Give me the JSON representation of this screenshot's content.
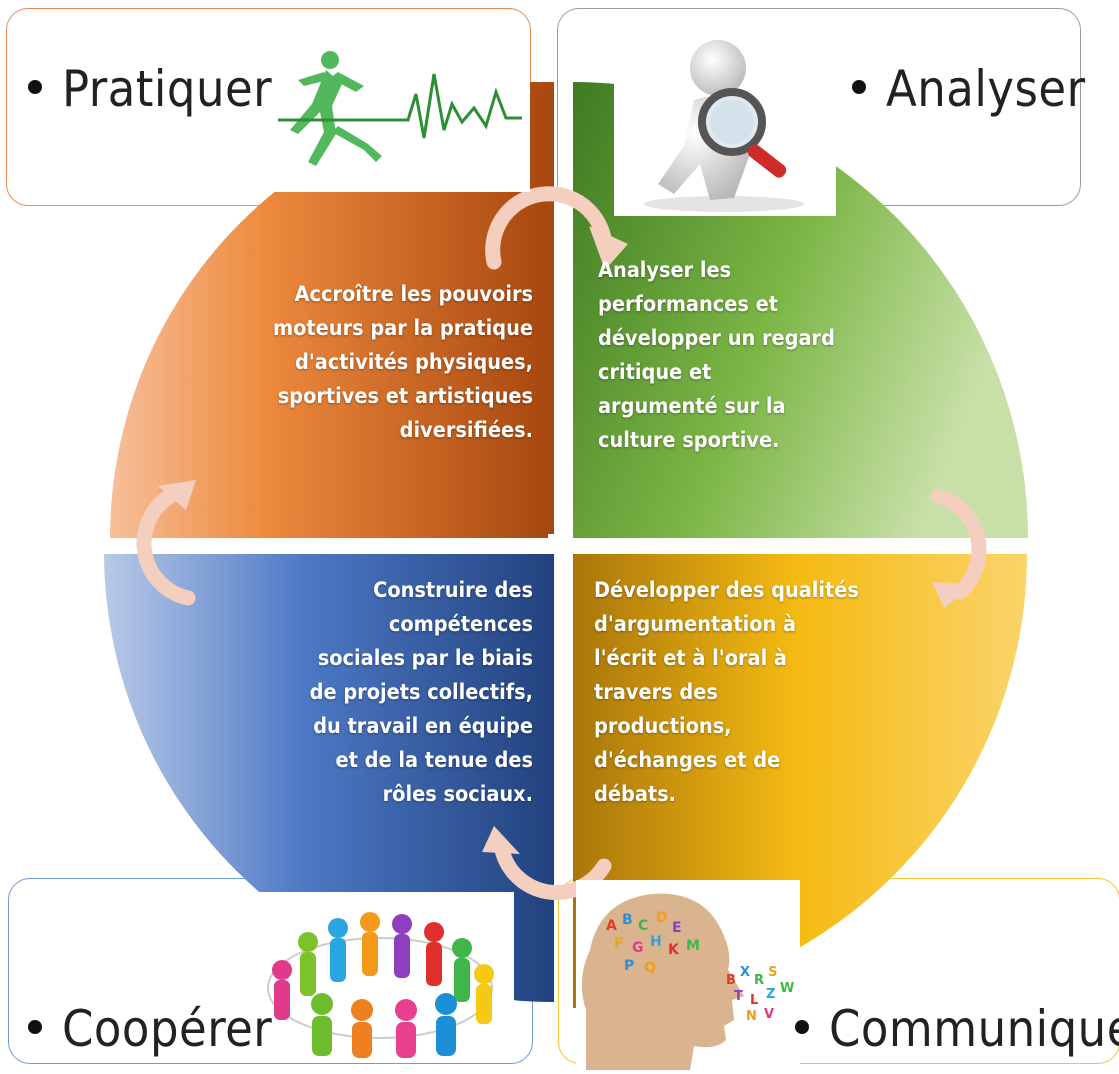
{
  "corners": {
    "top_left": "Pratiquer",
    "top_right": "Analyser",
    "bottom_left": "Coopérer",
    "bottom_right": "Communiquer"
  },
  "quadrants": {
    "top_left": [
      "Accroître les pouvoirs",
      "moteurs par la pratique",
      "d'activités physiques,",
      "sportives et artistiques",
      "diversifiées."
    ],
    "top_right": [
      "Analyser les",
      "performances et",
      "développer un regard",
      "critique et",
      "argumenté sur la",
      "culture sportive."
    ],
    "bottom_left": [
      "Construire des",
      "compétences",
      "sociales par le biais",
      "de projets collectifs,",
      "du travail en équipe",
      "et de la tenue des",
      "rôles sociaux."
    ],
    "bottom_right": [
      "Développer des qualités",
      "d'argumentation à",
      "l'écrit et à l'oral à",
      "travers des",
      "productions,",
      "d'échanges et de",
      "débats."
    ]
  },
  "colors": {
    "orange": "#e8782c",
    "green": "#72ad3a",
    "blue": "#4670b8",
    "yellow": "#f5b80f",
    "arrow": "#f4cfc0"
  },
  "icons": {
    "top_left": "runner-heartbeat-icon",
    "top_right": "magnifier-figure-icon",
    "bottom_left": "people-circle-icon",
    "bottom_right": "head-letters-icon"
  }
}
